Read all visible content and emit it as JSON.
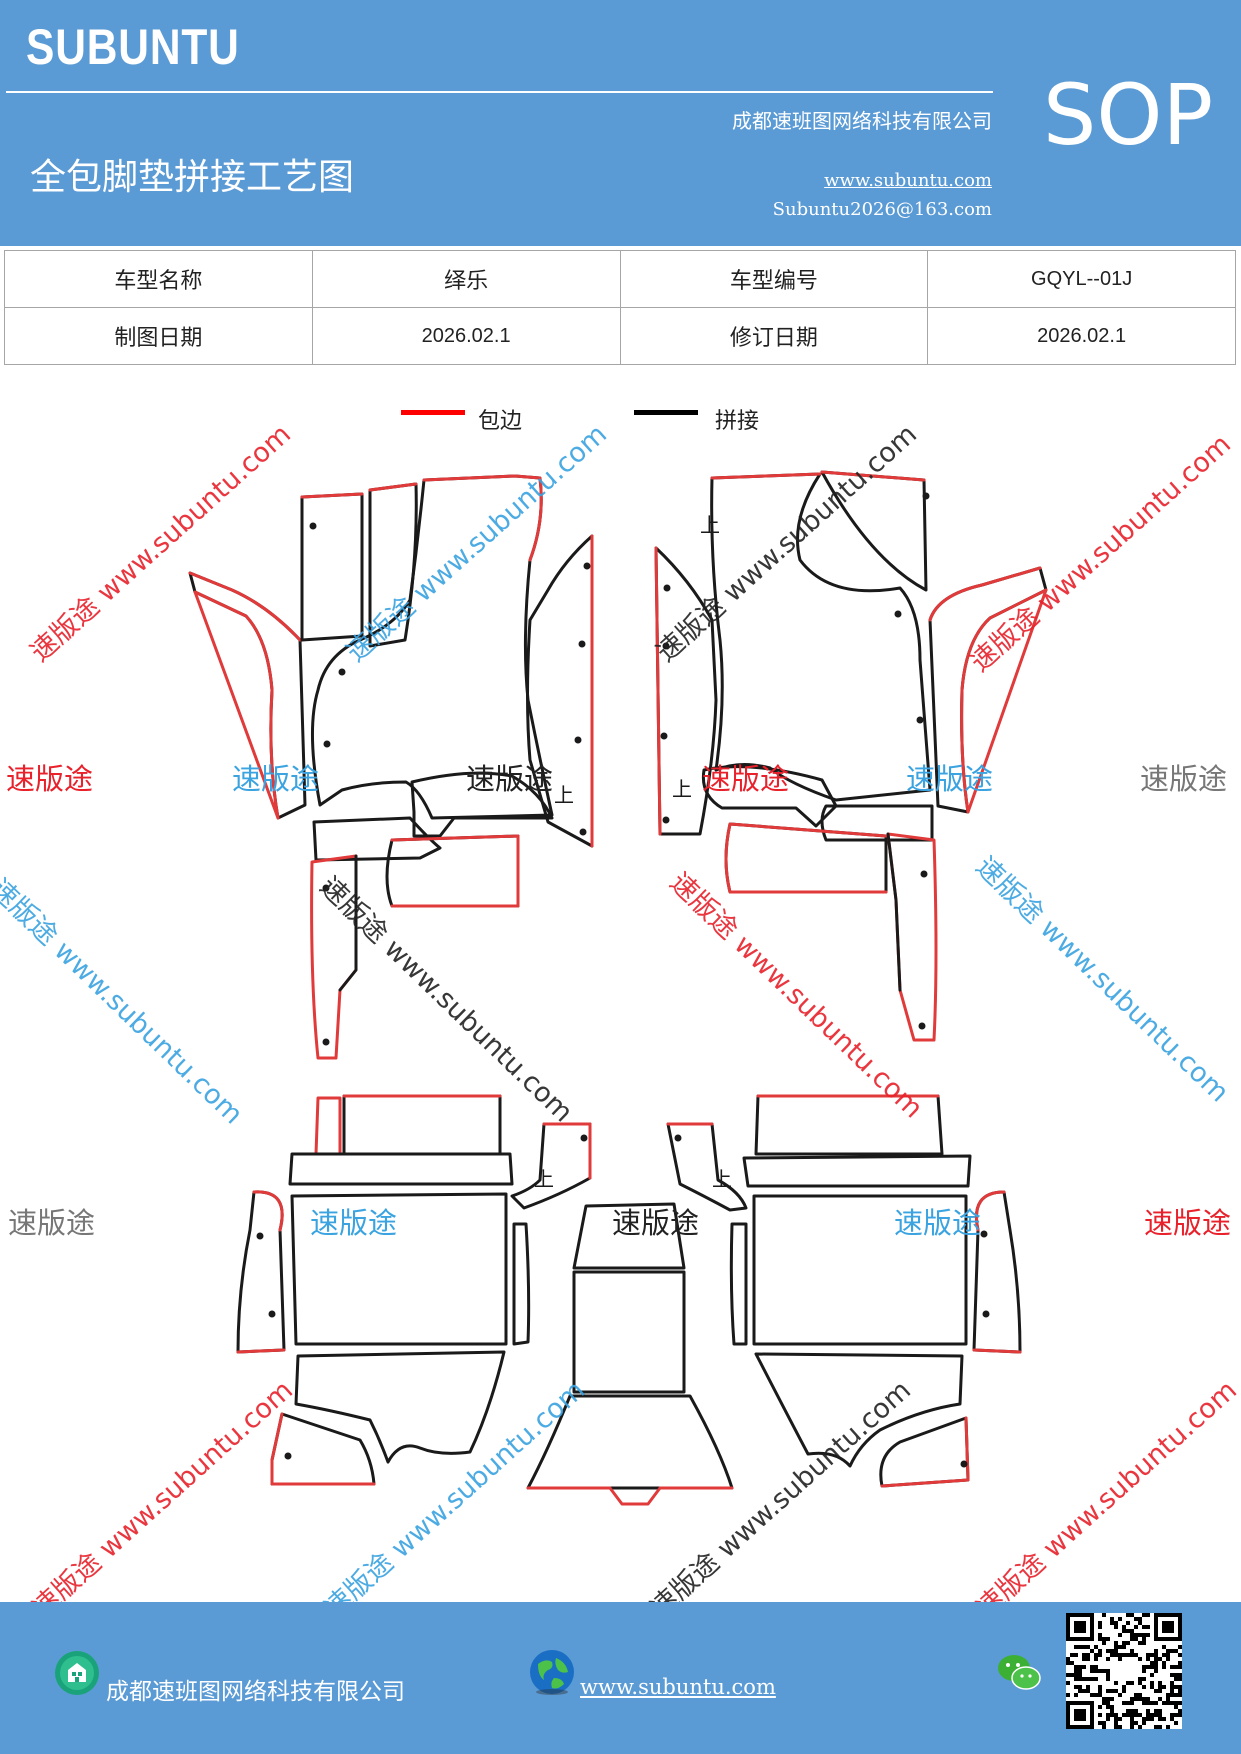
{
  "header": {
    "logo": "SUBUNTU",
    "company": "成都速班图网络科技有限公司",
    "title": "全包脚垫拼接工艺图",
    "website": "www.subuntu.com",
    "email": "Subuntu2026@163.com",
    "badge": "SOP"
  },
  "info": {
    "row1": {
      "label1": "车型名称",
      "value1": "绎乐",
      "label2": "车型编号",
      "value2": "GQYL--01J"
    },
    "row2": {
      "label1": "制图日期",
      "value1": "2026.02.1",
      "label2": "修订日期",
      "value2": "2026.02.1"
    }
  },
  "legend": {
    "edge": {
      "label": "包边",
      "color": "#ff0000"
    },
    "seam": {
      "label": "拼接",
      "color": "#000000"
    }
  },
  "drawing": {
    "up_marker": "上",
    "edge_color": "#e03a3a",
    "seam_color": "#1a1a1a"
  },
  "watermark": {
    "brand": "速版途",
    "url": "www.subuntu.com",
    "colors": {
      "red": "#e8212b",
      "blue": "#3aa3e0",
      "gray": "#777777",
      "black": "#222222"
    }
  },
  "footer": {
    "company": "成都速班图网络科技有限公司",
    "website": "www.subuntu.com",
    "icons": [
      "building-icon",
      "globe-icon",
      "wechat-icon",
      "qr-code"
    ]
  }
}
